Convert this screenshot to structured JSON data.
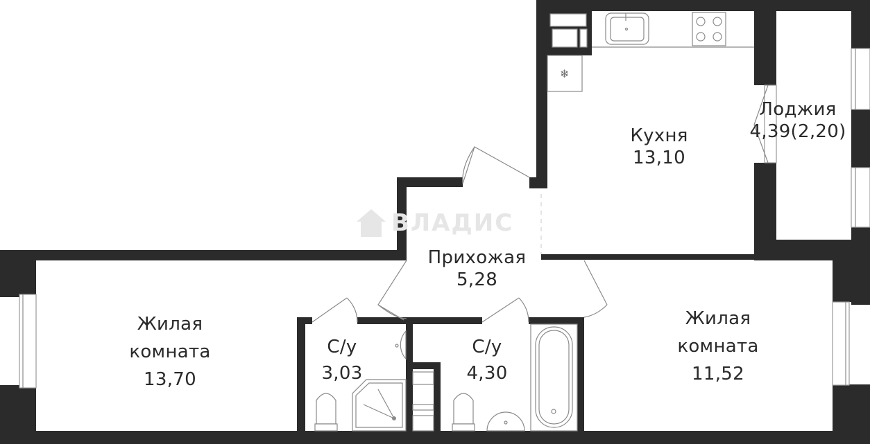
{
  "plan": {
    "watermark": "ВЛАДИС",
    "colors": {
      "wall": "#2b2b2b",
      "line": "#8a8a8a",
      "background": "#ffffff",
      "watermark": "#e6e6e6"
    },
    "rooms": [
      {
        "id": "kitchen",
        "name": "Кухня",
        "area": "13,10"
      },
      {
        "id": "loggia",
        "name": "Лоджия",
        "area": "4,39(2,20)"
      },
      {
        "id": "hallway",
        "name": "Прихожая",
        "area": "5,28"
      },
      {
        "id": "living-left",
        "name": "Жилая",
        "name2": "комната",
        "area": "13,70"
      },
      {
        "id": "bath-small",
        "name": "С/у",
        "area": "3,03"
      },
      {
        "id": "bath-large",
        "name": "С/у",
        "area": "4,30"
      },
      {
        "id": "living-right",
        "name": "Жилая",
        "name2": "комната",
        "area": "11,52"
      }
    ],
    "fixtures": [
      "sink-icon",
      "stove-icon",
      "fridge-icon",
      "shower-icon",
      "toilet-icon",
      "washbasin-icon",
      "bathtub-icon",
      "window-icon",
      "door-icon"
    ]
  }
}
